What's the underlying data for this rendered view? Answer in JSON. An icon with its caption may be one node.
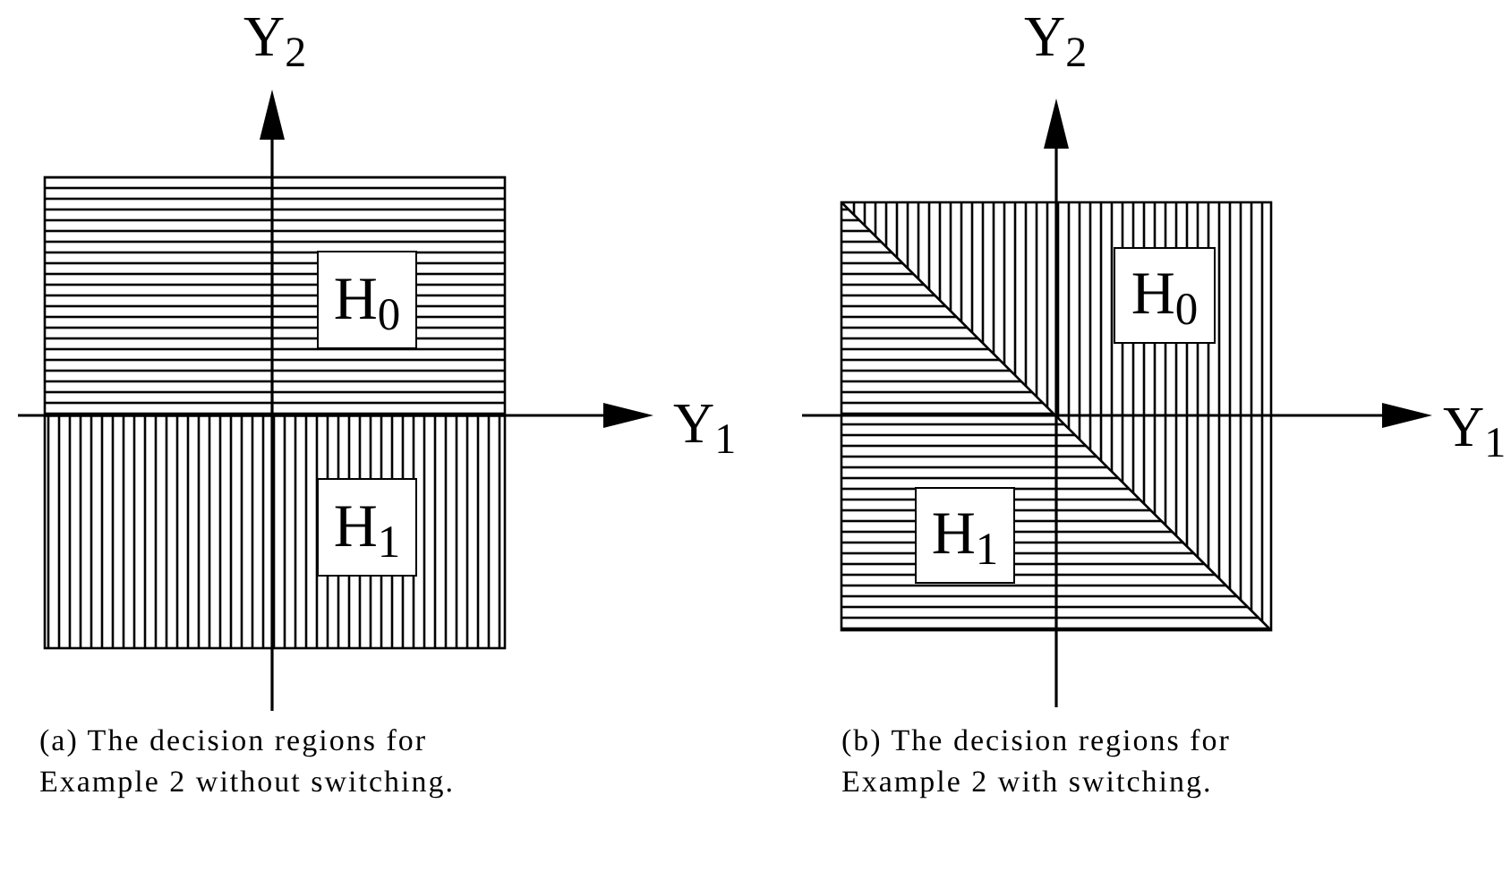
{
  "diagram": {
    "nodes": [
      {
        "text": [
          "H$_{0}$"
        ]
      },
      {
        "text": [
          "H$_{1}$"
        ]
      },
      {
        "text": [
          "H$_{0}$"
        ]
      },
      {
        "text": [
          "H$_{1}$"
        ]
      }
    ],
    "labels": [
      "Y$_{2}$",
      "Y$_{1}$",
      "Y$_{2}$",
      "Y$_{1}$",
      "(a) The decision regions for Example 2 without switching.",
      "(b) The decision regions for Example 2 with switching."
    ]
  }
}
